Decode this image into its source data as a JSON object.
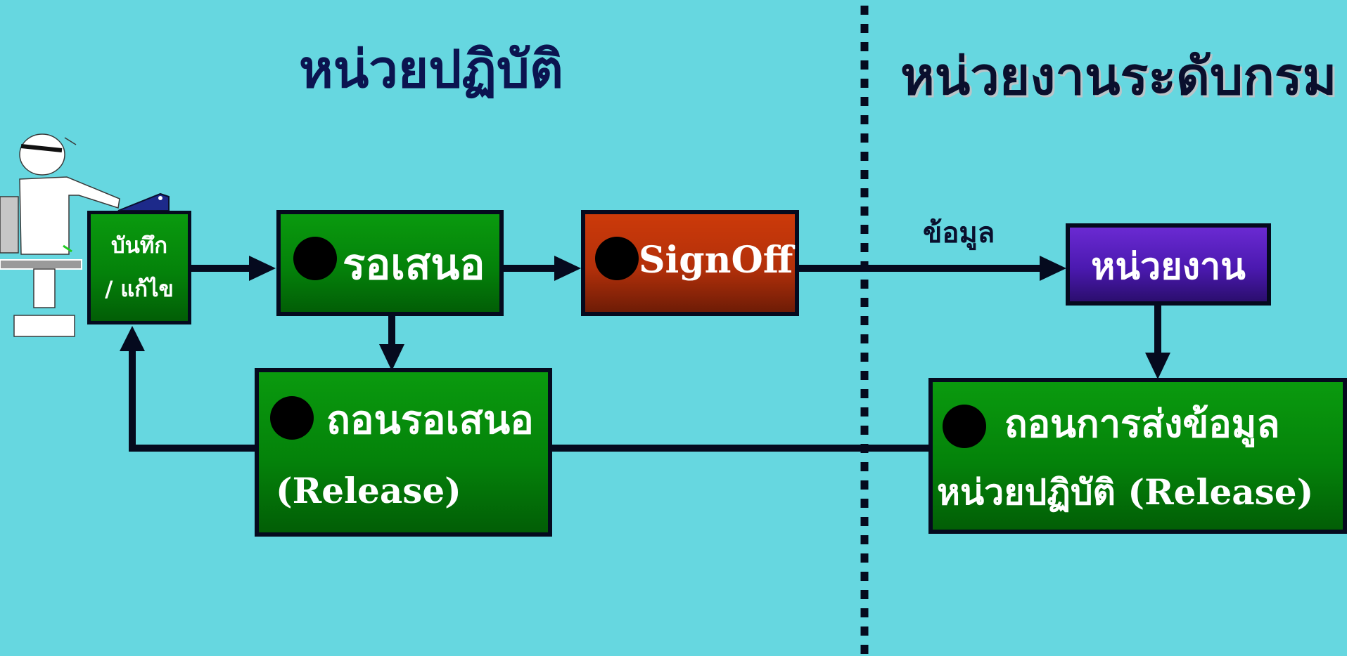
{
  "titles": {
    "left": "หน่วยปฏิบัติ",
    "right": "หน่วยงานระดับกรม"
  },
  "nodes": {
    "record_edit": {
      "line1": "บันทึก",
      "line2": "/ แก้ไข"
    },
    "pending": {
      "label": "รอเสนอ"
    },
    "signoff": {
      "label": "SignOff"
    },
    "agency": {
      "label": "หน่วยงาน"
    },
    "withdraw_pending": {
      "line1": "ถอนรอเสนอ",
      "line2": "(Release)"
    },
    "withdraw_sending": {
      "line1": "ถอนการส่งข้อมูล",
      "line2": "หน่วยปฏิบัติ  (Release)"
    }
  },
  "edges": {
    "data_label": "ข้อมูล"
  },
  "colors": {
    "background": "#66d7e0",
    "green_node": "#04820a",
    "red_node": "#b3300a",
    "purple_node": "#4b19b0",
    "line": "#050a1e"
  },
  "icons": {
    "user": "person-at-computer-icon"
  }
}
